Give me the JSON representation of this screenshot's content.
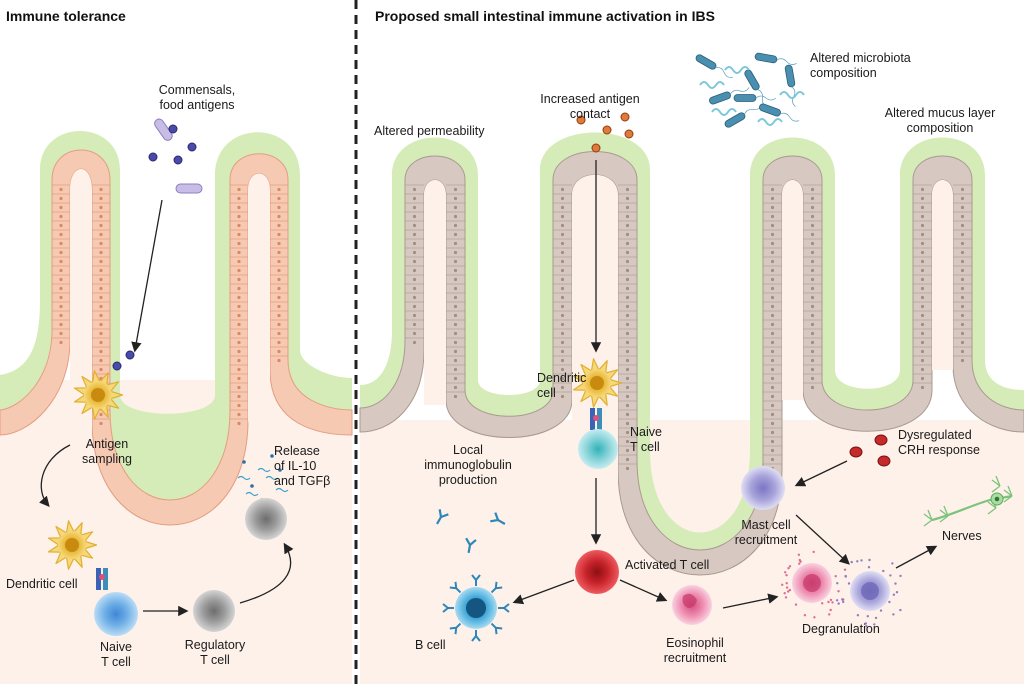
{
  "panels": {
    "left_title": "Immune tolerance",
    "right_title": "Proposed small intestinal immune activation in IBS"
  },
  "left_labels": {
    "commensals": "Commensals,\nfood antigens",
    "antigen_sampling": "Antigen\nsampling",
    "release": "Release\nof IL-10\nand TGFβ",
    "dendritic_cell": "Dendritic cell",
    "naive_t_cell": "Naive\nT cell",
    "regulatory_t_cell": "Regulatory\nT cell"
  },
  "right_labels": {
    "altered_permeability": "Altered permeability",
    "increased_antigen_contact": "Increased antigen\ncontact",
    "altered_microbiota": "Altered microbiota\ncomposition",
    "altered_mucus": "Altered mucus layer\ncomposition",
    "dendritic_cell": "Dendritic\ncell",
    "naive_t_cell": "Naive\nT cell",
    "local_ig": "Local\nimmunoglobulin\nproduction",
    "dysregulated_crh": "Dysregulated\nCRH response",
    "mast_cell": "Mast cell\nrecruitment",
    "nerves": "Nerves",
    "activated_t_cell": "Activated T cell",
    "b_cell": "B cell",
    "eosinophil": "Eosinophil\nrecruitment",
    "degranulation": "Degranulation"
  },
  "colors": {
    "mucus": "#d5ecb8",
    "left_epithelium": "#f6c9b2",
    "right_epithelium": "#d7c9c1",
    "lamina": "#fdf1ea",
    "dendritic": "#f3c64a",
    "naive_t": "#8fc7ec",
    "regulatory_t": "#a9a9a9",
    "activated_t": "#d9272e",
    "b_cell": "#3fa9d8",
    "mast_cell": "#b3b0dc",
    "eosinophil": "#f08db0",
    "antigen_left": "#4a4aa8",
    "antigen_right": "#e07a3a",
    "crh": "#c62a2a",
    "nerve": "#7cc47a"
  }
}
